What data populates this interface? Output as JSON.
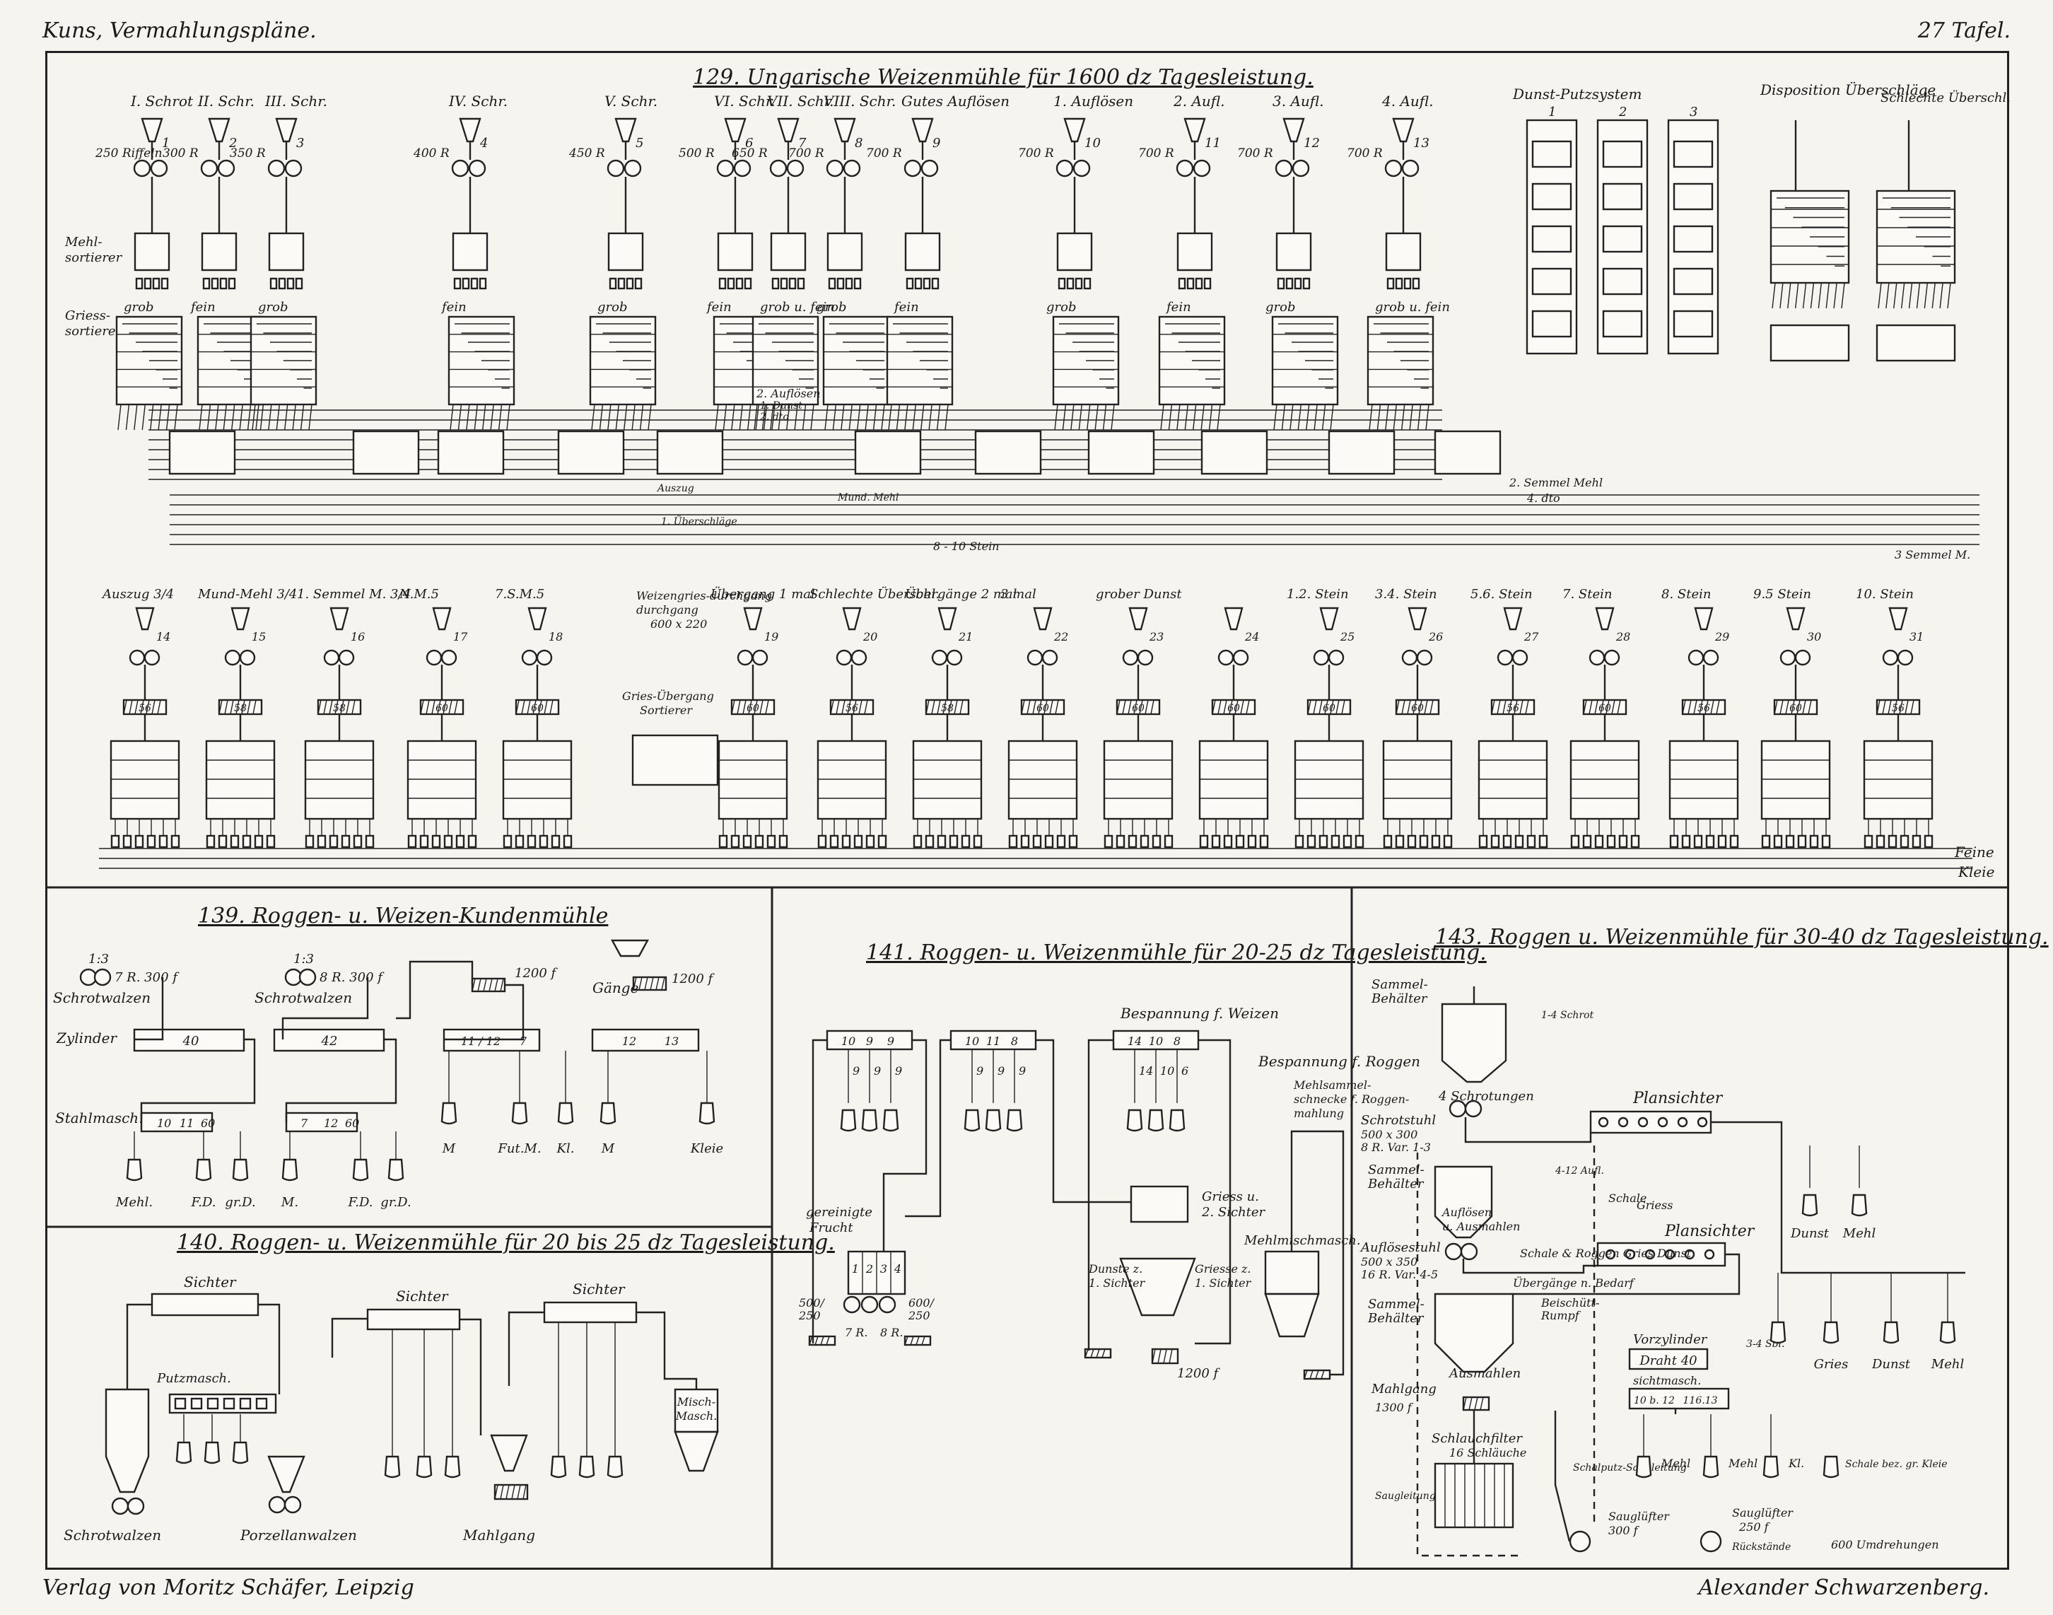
{
  "header": {
    "left": "Kuns, Vermahlungspläne.",
    "right": "27 Tafel."
  },
  "footer": {
    "left": "Verlag von Moritz Schäfer, Leipzig",
    "right": "Alexander Schwarzenberg."
  },
  "panel129": {
    "title": "129. Ungarische Weizenmühle für 1600 dz Tagesleistung.",
    "row_labels": [
      "Mehl-sortierer",
      "Griess-sortierer"
    ],
    "top_passages": [
      {
        "label": "I. Schrot",
        "num": "1",
        "spec": "250 Riffeln"
      },
      {
        "label": "II. Schr.",
        "num": "2",
        "spec": "300 R"
      },
      {
        "label": "III. Schr.",
        "num": "3",
        "spec": "350 R"
      },
      {
        "label": "IV. Schr.",
        "num": "4",
        "spec": "400 R"
      },
      {
        "label": "V. Schr.",
        "num": "5",
        "spec": "450 R"
      },
      {
        "label": "VI. Schr.",
        "num": "6",
        "spec": "500 R"
      },
      {
        "label": "VII. Schr.",
        "num": "7",
        "spec": "650 R"
      },
      {
        "label": "VIII. Schr.",
        "num": "8",
        "spec": "700 R"
      },
      {
        "label": "Gutes Auflösen",
        "num": "9",
        "spec": "700 R"
      },
      {
        "label": "1. Auflösen",
        "num": "10",
        "spec": "700 R"
      },
      {
        "label": "2. Aufl.",
        "num": "11",
        "spec": "700 R"
      },
      {
        "label": "3. Aufl.",
        "num": "12",
        "spec": "700 R"
      },
      {
        "label": "4. Aufl.",
        "num": "13",
        "spec": "700 R"
      }
    ],
    "sorter_labels": [
      "grob",
      "fein",
      "grob",
      "fein",
      "grob",
      "fein",
      "grob u. fein",
      "grob",
      "fein",
      "grob",
      "fein",
      "grob",
      "grob u. fein"
    ],
    "dunst_title": "Dunst-Putzsystem",
    "disposition_title": "Disposition Überschläge",
    "schlechte_title": "Schlechte Überschl.",
    "notes": [
      "2. Auflösen",
      "1. Dunst",
      "2. dto",
      "2. Semmel Mehl",
      "4. dto",
      "Auszug",
      "Mund. Mehl",
      "1. Überschläge",
      "8 - 10 Stein",
      "3 Semmel M."
    ],
    "bottom_passages": [
      {
        "label": "Auszug 3/4",
        "num": "14"
      },
      {
        "label": "Mund-Mehl 3/4",
        "num": "15"
      },
      {
        "label": "1. Semmel M. 3/4",
        "num": "16"
      },
      {
        "label": "N.M.5",
        "num": "17"
      },
      {
        "label": "7.S.M.5",
        "num": "18"
      },
      {
        "label": "Übergang 1 mal",
        "num": "19"
      },
      {
        "label": "Schlechte Überschl.",
        "num": "20"
      },
      {
        "label": "Übergänge 2 mal",
        "num": "21"
      },
      {
        "label": "3 mal",
        "num": "22"
      },
      {
        "label": "grober Dunst",
        "num": "23"
      },
      {
        "label": "",
        "num": "24"
      },
      {
        "label": "1.2. Stein",
        "num": "25"
      },
      {
        "label": "3.4. Stein",
        "num": "26"
      },
      {
        "label": "5.6. Stein",
        "num": "27"
      },
      {
        "label": "7. Stein",
        "num": "28"
      },
      {
        "label": "8. Stein",
        "num": "29"
      },
      {
        "label": "9.5 Stein",
        "num": "30"
      },
      {
        "label": "10. Stein",
        "num": "31"
      }
    ],
    "bottom_sieve_nums": [
      "56",
      "58",
      "58",
      "60",
      "60",
      "60",
      "56",
      "58",
      "60",
      "60",
      "60",
      "60",
      "60",
      "56",
      "60",
      "56",
      "60",
      "56"
    ],
    "weizengries": "Weizengries-durchgang 600 x 220",
    "gries_uebergang": "Gries-Übergang Sortierer",
    "exit_label": "Feine Kleie"
  },
  "panel139": {
    "title": "139. Roggen- u. Weizen-Kundenmühle",
    "labels": {
      "ratio1": "1:3",
      "spec1": "7 R. 300 f",
      "schrot1": "Schrotwalzen",
      "ratio2": "1:3",
      "spec2": "8 R. 300 f",
      "schrot2": "Schrotwalzen",
      "zylinder": "Zylinder",
      "stahlmasch": "Stahlmasch.",
      "c1": "40",
      "c2": "42",
      "s1": "11 / 12",
      "s2": "7",
      "s3": "12",
      "s4": "13",
      "st1a": "10",
      "st1b": "11",
      "st1c": "60",
      "st2a": "7",
      "st2b": "12",
      "st2c": "60",
      "g1": "1200 f",
      "g2": "1200 f",
      "gaenge": "Gänge"
    },
    "outputs_left": [
      "Mehl.",
      "F.D.",
      "gr.D."
    ],
    "outputs_mid": [
      "M.",
      "F.D.",
      "gr.D."
    ],
    "outputs_right": [
      "M",
      "Fut.M.",
      "Kl.",
      "M",
      "Kleie"
    ]
  },
  "panel140": {
    "title": "140. Roggen- u. Weizenmühle für 20 bis 25 dz Tagesleistung.",
    "labels": {
      "sichter1": "Sichter",
      "sichter2": "Sichter",
      "sichter3": "Sichter",
      "putzmasch": "Putzmasch.",
      "schrotwalzen": "Schrotwalzen",
      "porzellanwalzen": "Porzellanwalzen",
      "mahlgang": "Mahlgang",
      "mischmasch": "Misch-Masch."
    }
  },
  "panel141": {
    "title": "141. Roggen- u. Weizenmühle für 20-25 dz Tagesleistung.",
    "labels": {
      "bespannung_w": "Bespannung f. Weizen",
      "bespannung_r": "Bespannung f. Roggen",
      "mehlsam": "Mehlsammelschnecke f. Roggenmahlung",
      "gereinigte": "gereinigte Frucht",
      "griess2": "Griess u. 2. Sichter",
      "dunste": "Dunste z. 1. Sichter",
      "griesse": "Griesse z. 1. Sichter",
      "mehlmisch": "Mehlmischmasch.",
      "l1": "500/250",
      "l2": "600/250",
      "mahl": "1200 f",
      "r1": "7 R.",
      "r2": "8 R."
    },
    "sieve_numbers": [
      [
        "10",
        "9",
        "9"
      ],
      [
        "10",
        "11",
        "8"
      ],
      [
        "14",
        "10",
        "8"
      ]
    ],
    "sieve_out": [
      [
        "9",
        "9",
        "9"
      ],
      [
        "9",
        "9",
        "9"
      ],
      [
        "14",
        "10",
        "6"
      ]
    ],
    "bin_numbers": [
      "1",
      "2",
      "3",
      "4"
    ]
  },
  "panel143": {
    "title": "143. Roggen u. Weizenmühle für 30-40 dz Tagesleistung.",
    "labels": {
      "sammel1": "Sammel-Behälter",
      "schrotungen": "4 Schrotungen",
      "schrotstuhl": "Schrotstuhl 500 x 300, 8 R. Var. 1-3",
      "sammel2": "Sammel-Behälter",
      "aufloesen": "Auflösen u. Ausmahlen",
      "aufloesestuhl": "Auflösestuhl 500 x 350, 16 R. Var. 4-5",
      "sammel3": "Sammel-Behälter",
      "ausmahlen": "Ausmahlen",
      "mahlgang": "Mahlgang 1300 f",
      "planssichter1": "Plansichter",
      "planssichter2": "Plansichter",
      "griess": "Griess",
      "schale": "Schale",
      "schale_roggen": "Schale & Roggen Gries Dunst",
      "uebergaenge": "Übergänge n. Bedarf",
      "beischuett": "Beischütt-Rumpf",
      "vorzylinder": "Vorzylinder",
      "draht": "Draht 40",
      "sichtmasch": "sichtmasch.",
      "schlauchfilter": "Schlauchfilter 16 Schläuche",
      "saugleitung": "Saugleitung",
      "schalputz": "Schalputz-Saugleitung",
      "saugluefter1": "Sauglüfter 300 f",
      "saugluefter2": "Sauglüfter 250 f",
      "rueck": "Rückstände",
      "kleine": "600 Umdrehungen",
      "v1": "10 b. 12",
      "v2": "116.13",
      "schrot_label": "1-4 Schrot",
      "auf_label": "4-12 Aufl.",
      "schl": "3-4 Sbl."
    },
    "outputs_top": [
      "Dunst",
      "Mehl"
    ],
    "outputs_mid": [
      "Gries",
      "Dunst",
      "Mehl"
    ],
    "outputs_bottom": [
      "Mehl",
      "Mehl",
      "Kl.",
      "Schale bez. gr. Kleie"
    ]
  }
}
